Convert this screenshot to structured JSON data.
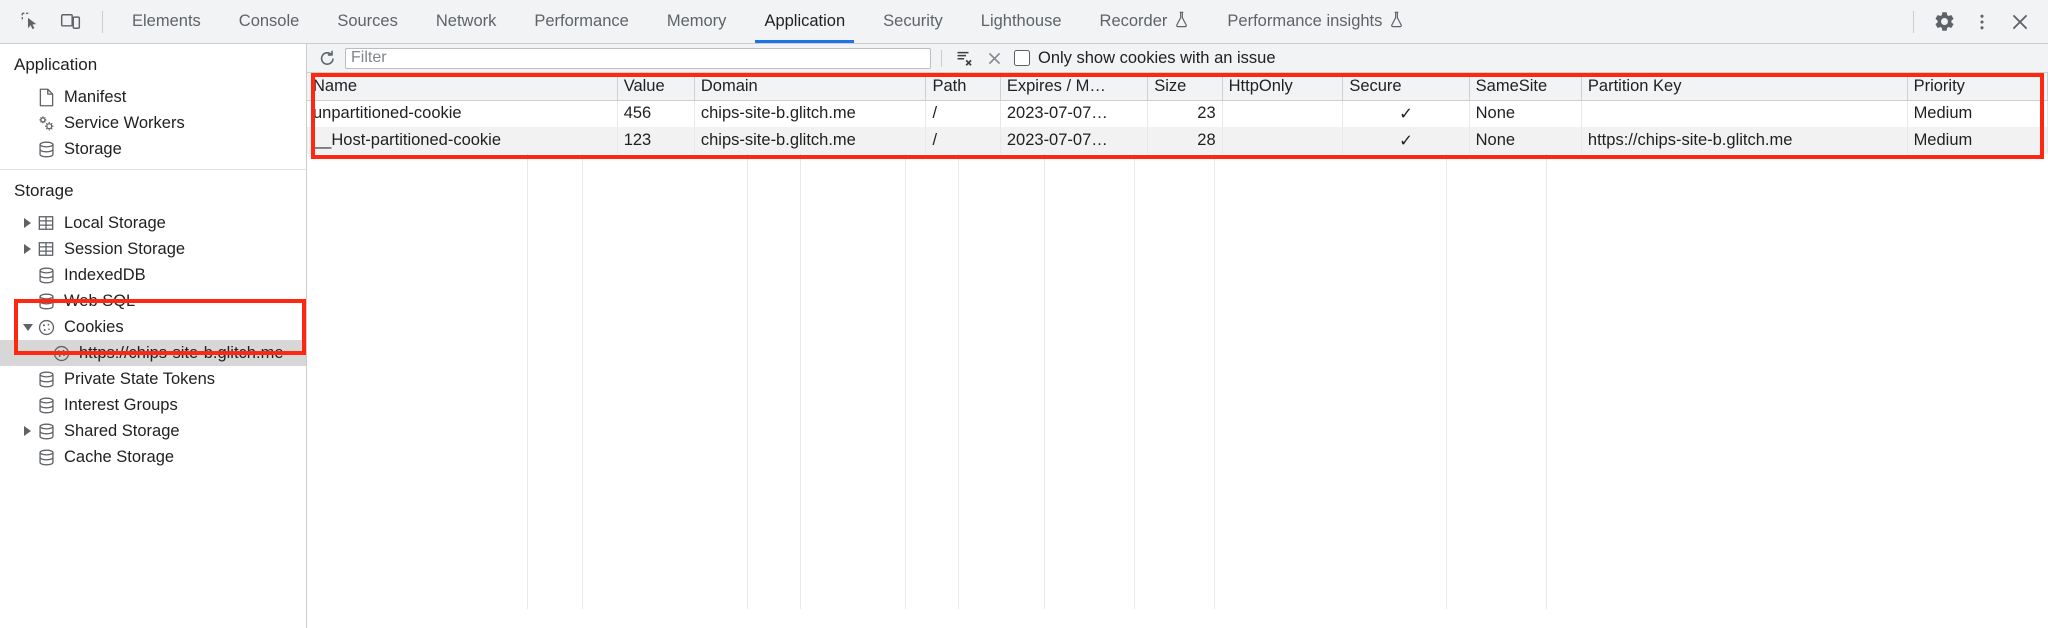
{
  "tabbar": {
    "inspect_icon": "inspect-cursor-icon",
    "device_icon": "device-toolbar-icon",
    "tabs": [
      {
        "label": "Elements",
        "active": false,
        "experimental": false
      },
      {
        "label": "Console",
        "active": false,
        "experimental": false
      },
      {
        "label": "Sources",
        "active": false,
        "experimental": false
      },
      {
        "label": "Network",
        "active": false,
        "experimental": false
      },
      {
        "label": "Performance",
        "active": false,
        "experimental": false
      },
      {
        "label": "Memory",
        "active": false,
        "experimental": false
      },
      {
        "label": "Application",
        "active": true,
        "experimental": false
      },
      {
        "label": "Security",
        "active": false,
        "experimental": false
      },
      {
        "label": "Lighthouse",
        "active": false,
        "experimental": false
      },
      {
        "label": "Recorder",
        "active": false,
        "experimental": true
      },
      {
        "label": "Performance insights",
        "active": false,
        "experimental": true
      }
    ],
    "settings_icon": "gear-icon",
    "more_icon": "kebab-menu-icon",
    "close_icon": "close-icon",
    "active_underline_color": "#1a73e8"
  },
  "sidebar": {
    "sections": [
      {
        "title": "Application",
        "items": [
          {
            "label": "Manifest",
            "icon": "document-icon",
            "twisty": "none",
            "depth": 1,
            "selected": false
          },
          {
            "label": "Service Workers",
            "icon": "service-workers-icon",
            "twisty": "none",
            "depth": 1,
            "selected": false
          },
          {
            "label": "Storage",
            "icon": "database-icon",
            "twisty": "none",
            "depth": 1,
            "selected": false
          }
        ]
      },
      {
        "title": "Storage",
        "items": [
          {
            "label": "Local Storage",
            "icon": "table-icon",
            "twisty": "right",
            "depth": 1,
            "selected": false
          },
          {
            "label": "Session Storage",
            "icon": "table-icon",
            "twisty": "right",
            "depth": 1,
            "selected": false
          },
          {
            "label": "IndexedDB",
            "icon": "database-icon",
            "twisty": "none",
            "depth": 1,
            "selected": false
          },
          {
            "label": "Web SQL",
            "icon": "database-icon",
            "twisty": "none",
            "depth": 1,
            "selected": false
          },
          {
            "label": "Cookies",
            "icon": "cookie-icon",
            "twisty": "down",
            "depth": 1,
            "selected": false
          },
          {
            "label": "https://chips-site-b.glitch.me",
            "icon": "cookie-icon",
            "twisty": "none",
            "depth": 2,
            "selected": true
          },
          {
            "label": "Private State Tokens",
            "icon": "database-icon",
            "twisty": "none",
            "depth": 1,
            "selected": false
          },
          {
            "label": "Interest Groups",
            "icon": "database-icon",
            "twisty": "none",
            "depth": 1,
            "selected": false
          },
          {
            "label": "Shared Storage",
            "icon": "database-icon",
            "twisty": "right",
            "depth": 1,
            "selected": false
          },
          {
            "label": "Cache Storage",
            "icon": "database-icon",
            "twisty": "none",
            "depth": 1,
            "selected": false
          }
        ]
      }
    ]
  },
  "toolbar": {
    "refresh_icon": "refresh-icon",
    "filter_placeholder": "Filter",
    "filter_value": "",
    "clear_filter_icon": "clear-filter-icon",
    "delete_icon": "clear-all-icon",
    "only_issues_label": "Only show cookies with an issue",
    "only_issues_checked": false
  },
  "table": {
    "columns": [
      "Name",
      "Value",
      "Domain",
      "Path",
      "Expires / M…",
      "Size",
      "HttpOnly",
      "Secure",
      "SameSite",
      "Partition Key",
      "Priority"
    ],
    "rows": [
      {
        "name": "unpartitioned-cookie",
        "value": "456",
        "domain": "chips-site-b.glitch.me",
        "path": "/",
        "expires": "2023-07-07…",
        "size": "23",
        "httponly": "",
        "secure": "✓",
        "samesite": "None",
        "partition_key": "",
        "priority": "Medium"
      },
      {
        "name": "__Host-partitioned-cookie",
        "value": "123",
        "domain": "chips-site-b.glitch.me",
        "path": "/",
        "expires": "2023-07-07…",
        "size": "28",
        "httponly": "",
        "secure": "✓",
        "samesite": "None",
        "partition_key": "https://chips-site-b.glitch.me",
        "priority": "Medium"
      }
    ]
  },
  "annotations": {
    "highlight_color": "#fe2712",
    "boxes": [
      {
        "target": "cookies-tree-selection"
      },
      {
        "target": "cookies-table"
      }
    ]
  }
}
